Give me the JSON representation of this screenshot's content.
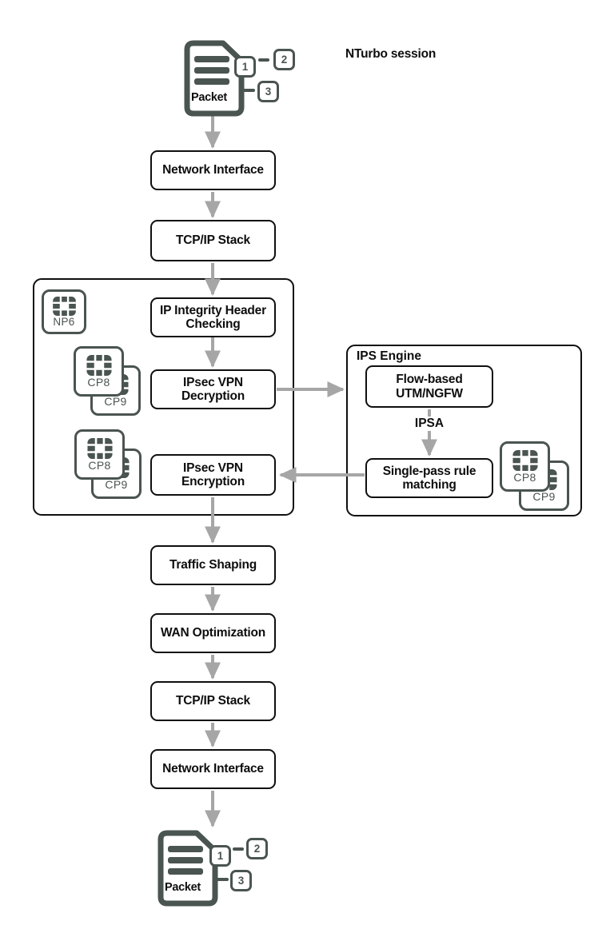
{
  "title": "NTurbo session",
  "colors": {
    "chip_slate": "#4a5450",
    "arrow_gray": "#a6a6a6",
    "box_border": "#0f0f0f",
    "background": "#ffffff"
  },
  "packet_top": {
    "label": "Packet",
    "tags": [
      "1",
      "2",
      "3"
    ]
  },
  "packet_bottom": {
    "label": "Packet",
    "tags": [
      "1",
      "2",
      "3"
    ]
  },
  "flow": {
    "boxes": [
      "Network Interface",
      "TCP/IP Stack",
      "IP Integrity Header\nChecking",
      "IPsec VPN\nDecryption",
      "IPsec VPN\nEncryption",
      "Traffic Shaping",
      "WAN Optimization",
      "TCP/IP Stack",
      "Network Interface"
    ]
  },
  "ips_engine": {
    "title": "IPS Engine",
    "flow_based": "Flow-based\nUTM/NGFW",
    "single_pass": "Single-pass rule\nmatching",
    "arrow_label": "IPSA"
  },
  "chips": {
    "np6": "NP6",
    "decrypt_pair": {
      "front": "CP8",
      "back": "CP9"
    },
    "encrypt_pair": {
      "front": "CP8",
      "back": "CP9"
    },
    "ips_pair": {
      "front": "CP8",
      "back": "CP9"
    }
  }
}
